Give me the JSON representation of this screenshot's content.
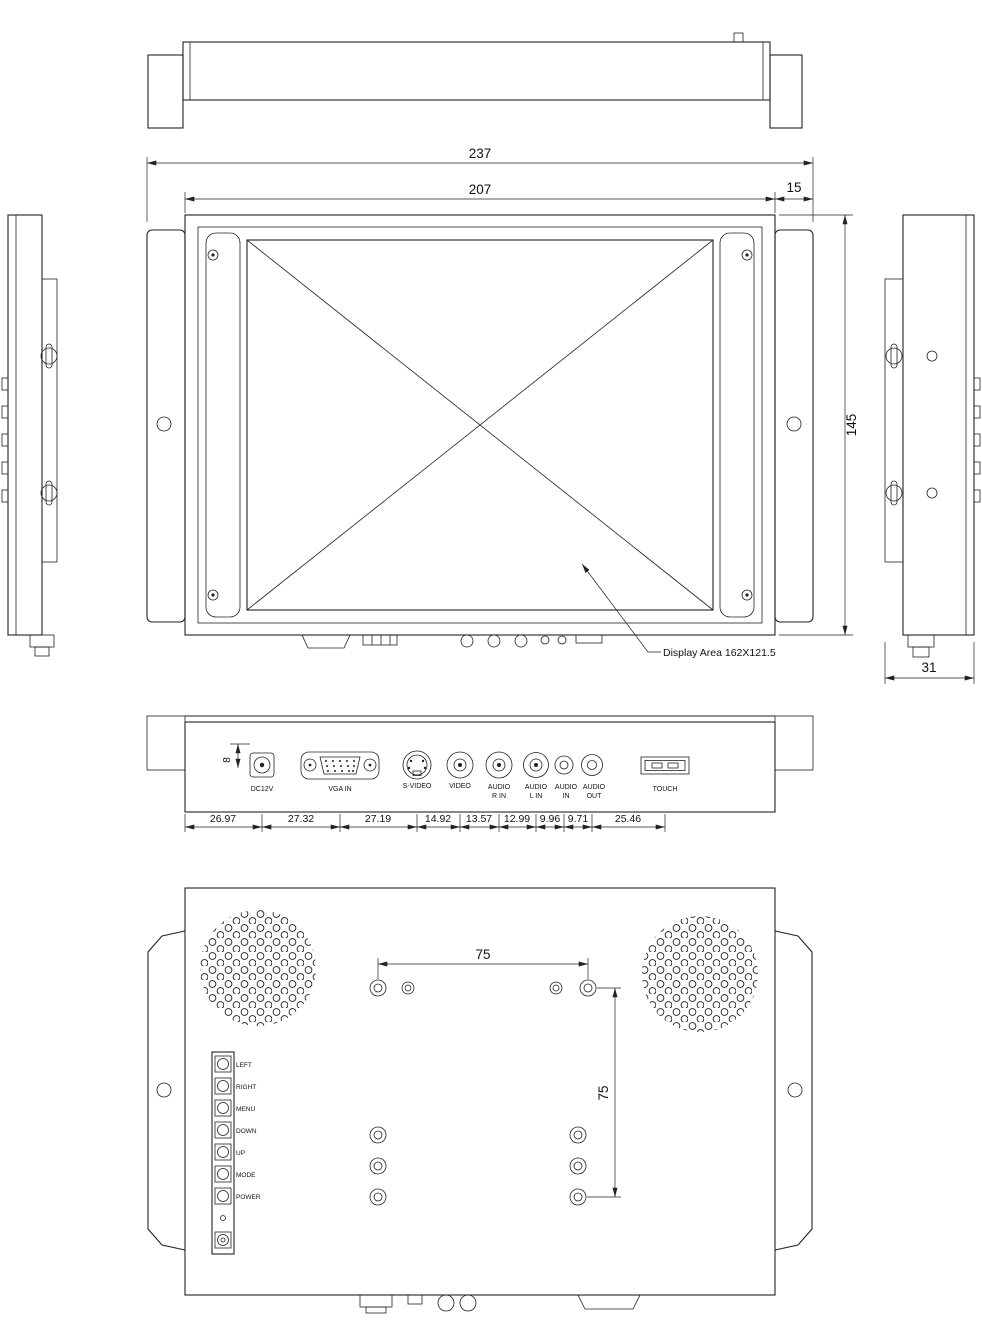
{
  "drawing": {
    "front": {
      "dim_overall_width": "237",
      "dim_body_width": "207",
      "dim_ear_width": "15",
      "dim_height": "145",
      "display_note": "Display Area 162X121.5"
    },
    "side": {
      "dim_depth": "31"
    },
    "bottom": {
      "dim_jack_offset": "8",
      "connectors": [
        {
          "name": "dc-jack",
          "l1": "DC12V",
          "l2": ""
        },
        {
          "name": "vga-in",
          "l1": "VGA IN",
          "l2": ""
        },
        {
          "name": "s-video",
          "l1": "S-VIDEO",
          "l2": ""
        },
        {
          "name": "video",
          "l1": "VIDEO",
          "l2": ""
        },
        {
          "name": "audio-r-in",
          "l1": "AUDIO",
          "l2": "R IN"
        },
        {
          "name": "audio-l-in",
          "l1": "AUDIO",
          "l2": "L IN"
        },
        {
          "name": "audio-in",
          "l1": "AUDIO",
          "l2": "IN"
        },
        {
          "name": "audio-out",
          "l1": "AUDIO",
          "l2": "OUT"
        },
        {
          "name": "usb-touch",
          "l1": "TOUCH",
          "l2": ""
        }
      ],
      "dim_chain": [
        "26.97",
        "27.32",
        "27.19",
        "14.92",
        "13.57",
        "12.99",
        "9.96",
        "9.71",
        "25.46"
      ]
    },
    "rear": {
      "dim_vesa_horizontal": "75",
      "dim_vesa_vertical": "75",
      "buttons": [
        "LEFT",
        "RIGHT",
        "MENU",
        "DOWN",
        "UP",
        "MODE",
        "POWER"
      ]
    }
  }
}
